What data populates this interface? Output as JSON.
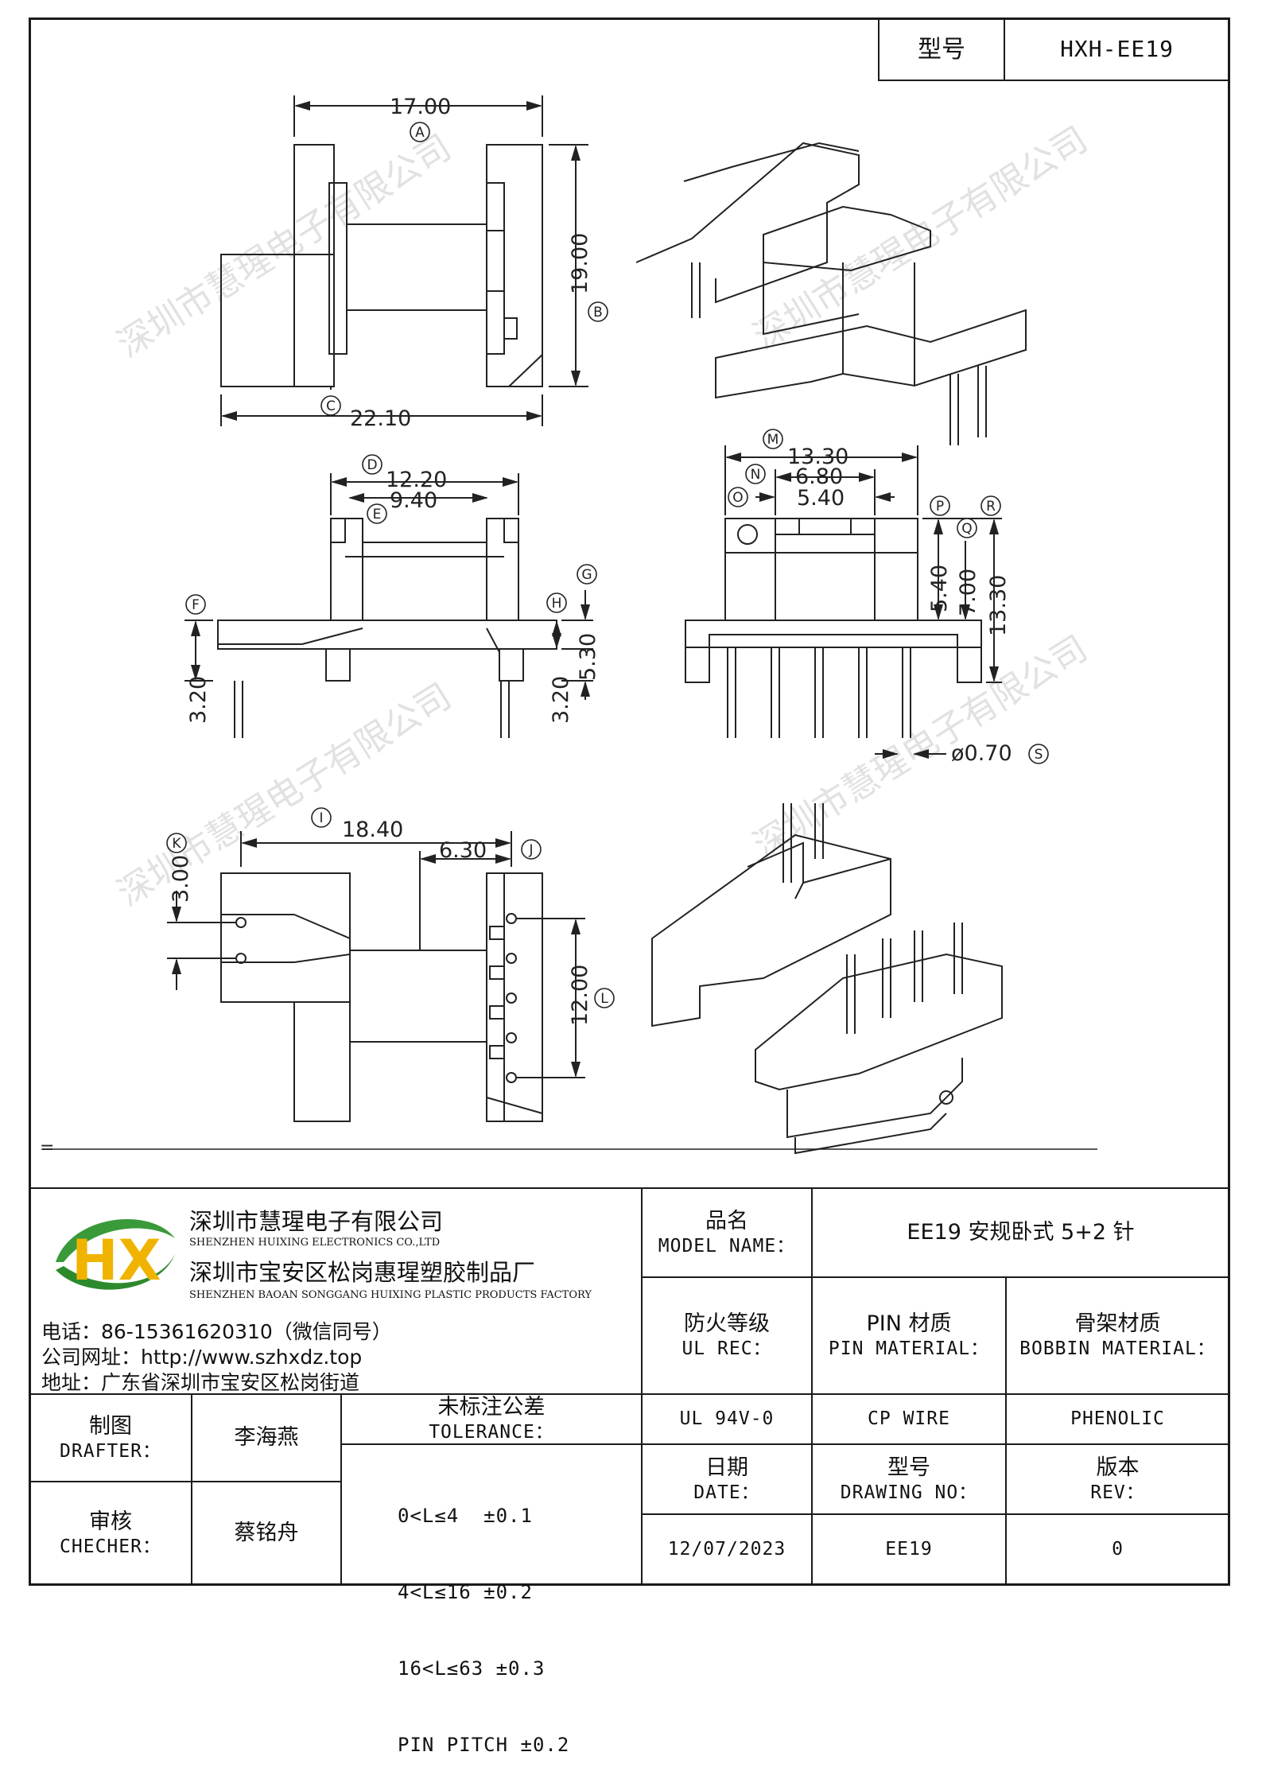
{
  "title_block": {
    "model_label": "型号",
    "model_value": "HXH-EE19"
  },
  "drawing": {
    "dims": {
      "A": "17.00",
      "B": "19.00",
      "C": "22.10",
      "D": "12.20",
      "E": "9.40",
      "F": "3.20",
      "G": "3.20",
      "H": "5.30",
      "M": "13.30",
      "N": "6.80",
      "O": "5.40",
      "P": "5.40",
      "Q": "7.00",
      "R": "13.30",
      "S": "ø0.70",
      "I": "18.40",
      "J": "6.30",
      "K": "3.00",
      "L": "12.00"
    },
    "circle_labels": [
      "A",
      "B",
      "C",
      "D",
      "E",
      "F",
      "G",
      "H",
      "I",
      "J",
      "K",
      "L",
      "M",
      "N",
      "O",
      "P",
      "Q",
      "R",
      "S"
    ],
    "watermark": "深圳市慧瑆电子有限公司",
    "equals_mark": "="
  },
  "company": {
    "logo_text": "HX",
    "name_cn": "深圳市慧瑆电子有限公司",
    "name_en": "SHENZHEN HUIXING ELECTRONICS CO.,LTD",
    "factory_cn": "深圳市宝安区松岗惠瑆塑胶制品厂",
    "factory_en": "SHENZHEN BAOAN SONGGANG HUIXING PLASTIC PRODUCTS FACTORY",
    "phone": "电话：86-15361620310（微信同号）",
    "website": "公司网址：http://www.szhxdz.top",
    "address": "地址：广东省深圳市宝安区松岗街道"
  },
  "table": {
    "model_name_cn": "品名",
    "model_name_en": "MODEL NAME：",
    "model_name_value": "EE19 安规卧式 5+2 针",
    "ul_cn": "防火等级",
    "ul_en": "UL REC：",
    "pin_cn": "PIN 材质",
    "pin_en": "PIN MATERIAL：",
    "bobbin_cn": "骨架材质",
    "bobbin_en": "BOBBIN MATERIAL：",
    "ul_value": "UL 94V-0",
    "pin_value": "CP WIRE",
    "bobbin_value": "PHENOLIC",
    "date_cn": "日期",
    "date_en": "DATE：",
    "drawing_no_cn": "型号",
    "drawing_no_en": "DRAWING NO：",
    "rev_cn": "版本",
    "rev_en": "REV：",
    "date_value": "12/07/2023",
    "drawing_no_value": "EE19",
    "rev_value": "0",
    "drafter_cn": "制图",
    "drafter_en": "DRAFTER：",
    "drafter_value": "李海燕",
    "checker_cn": "审核",
    "checker_en": "CHECHER：",
    "checker_value": "蔡铭舟",
    "tolerance_cn": "未标注公差",
    "tolerance_en": "TOLERANCE：",
    "tolerance_rows": [
      "0<L≤4  ±0.1",
      "4<L≤16 ±0.2",
      "16<L≤63 ±0.3",
      "PIN PITCH ±0.2"
    ]
  }
}
